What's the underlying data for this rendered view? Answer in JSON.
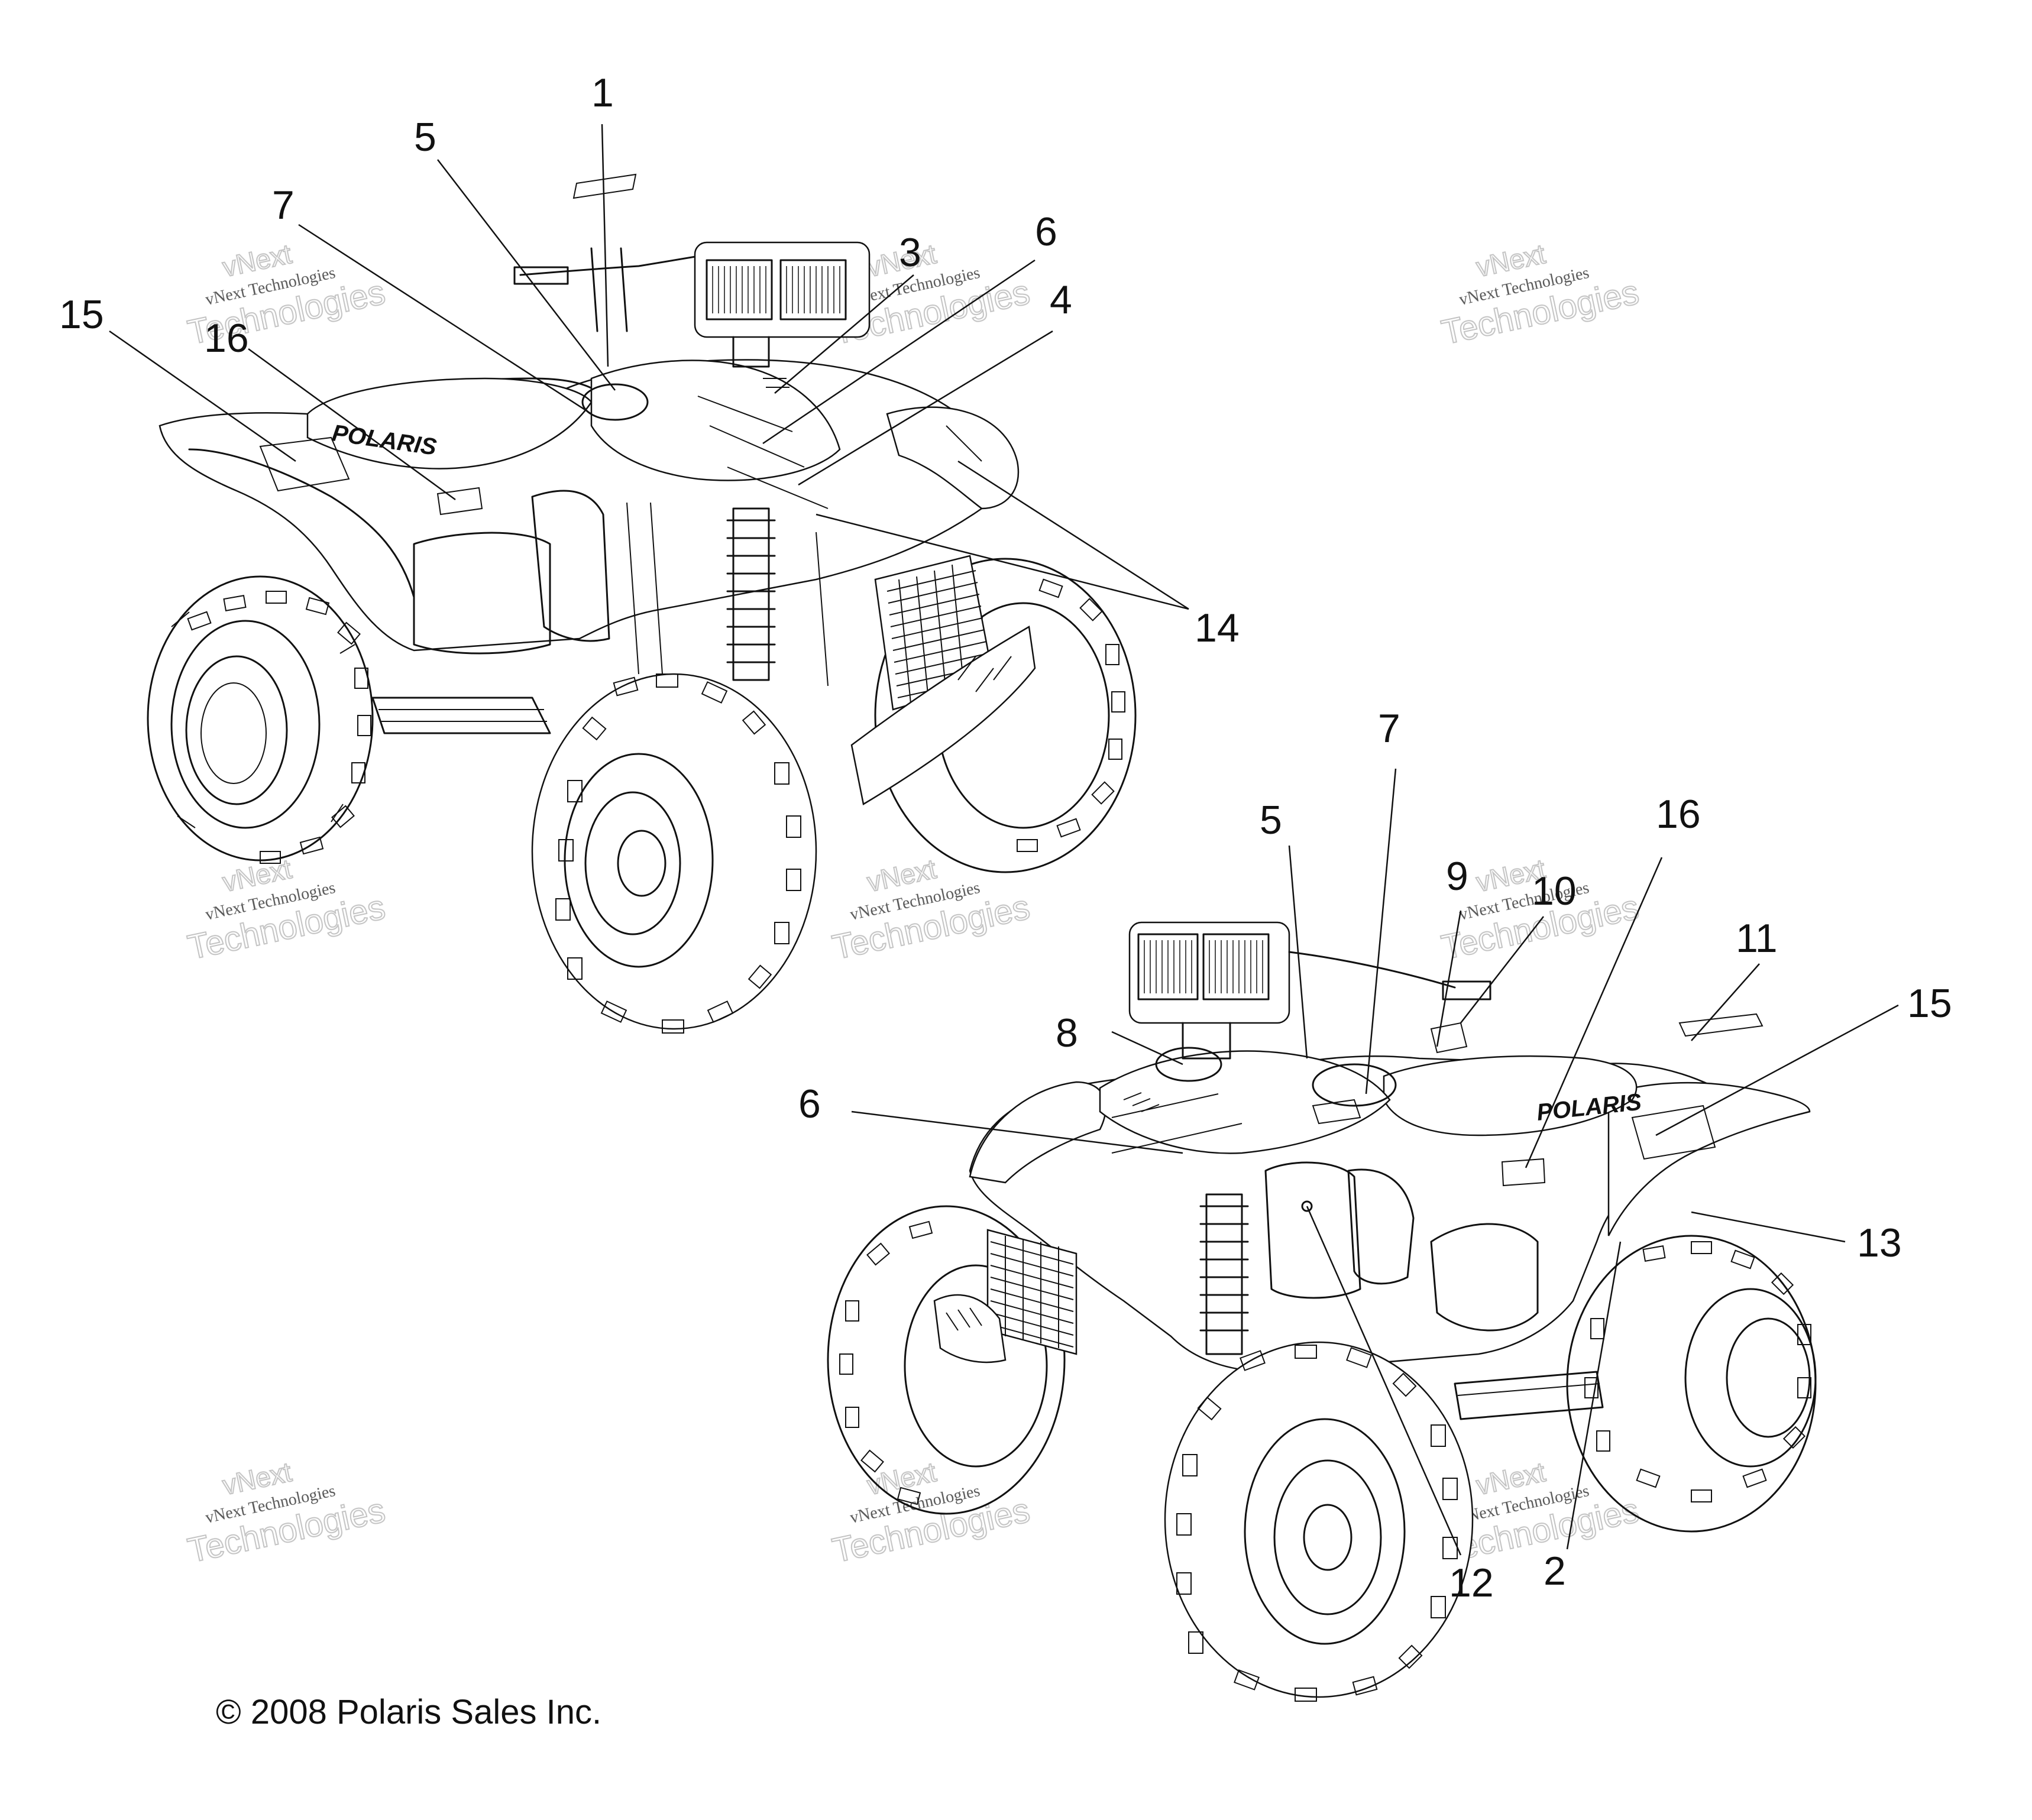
{
  "diagram": {
    "copyright": "© 2008 Polaris Sales Inc.",
    "brand_label": "POLARIS",
    "watermark": {
      "line1": "vNext Technologies",
      "line2": "Technologies",
      "line0": "vNext"
    },
    "callouts_upper": [
      "1",
      "5",
      "7",
      "15",
      "16",
      "3",
      "6",
      "4",
      "14"
    ],
    "callouts_lower": [
      "7",
      "5",
      "16",
      "9",
      "10",
      "11",
      "15",
      "8",
      "6",
      "13",
      "12",
      "2"
    ]
  }
}
